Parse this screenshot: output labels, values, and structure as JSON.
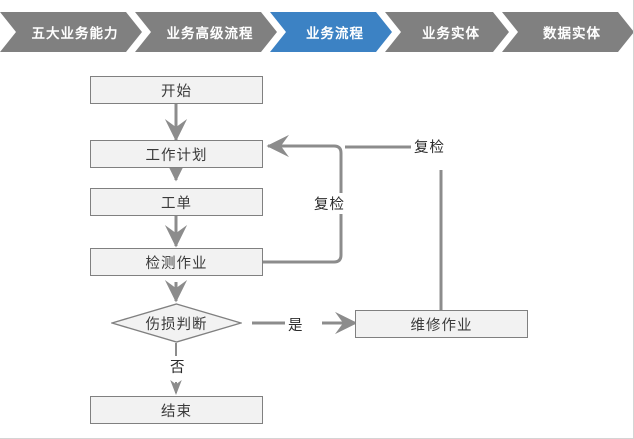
{
  "breadcrumb": {
    "items": [
      {
        "label": "五大业务能力",
        "active": false
      },
      {
        "label": "业务高级流程",
        "active": false
      },
      {
        "label": "业务流程",
        "active": true
      },
      {
        "label": "业务实体",
        "active": false
      },
      {
        "label": "数据实体",
        "active": false
      }
    ],
    "active_color": "#3c82c4",
    "inactive_color": "#808080",
    "text_color": "#ffffff"
  },
  "flowchart": {
    "node_fill": "#f2f2f2",
    "node_border": "#808080",
    "connector_color": "#8c8c8c",
    "nodes": {
      "start": "开始",
      "work_plan": "工作计划",
      "work_order": "工单",
      "inspection": "检测作业",
      "damage_decision": "伤损判断",
      "repair": "维修作业",
      "end": "结束"
    },
    "edge_labels": {
      "recheck_inner": "复检",
      "recheck_outer": "复检",
      "yes": "是",
      "no": "否"
    }
  }
}
